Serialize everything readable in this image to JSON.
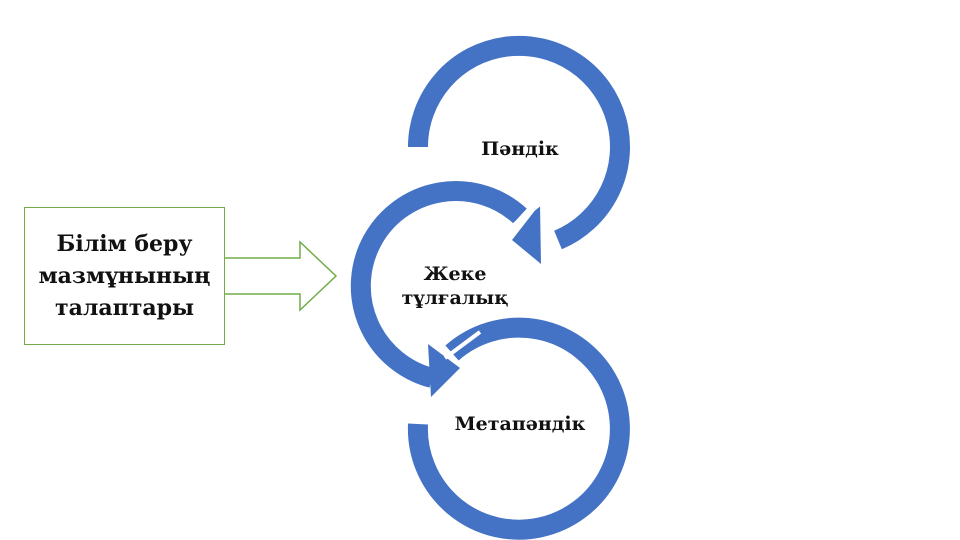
{
  "diagram": {
    "requirements_box": "Білім беру\nмазмұнының\nталаптары",
    "cycles": [
      {
        "label": "Пәндік"
      },
      {
        "label": "Жеке\nтұлғалық"
      },
      {
        "label": "Метапәндік"
      }
    ]
  },
  "colors": {
    "ring": "#4472c4",
    "box_border": "#70ad47",
    "text": "#111111"
  }
}
